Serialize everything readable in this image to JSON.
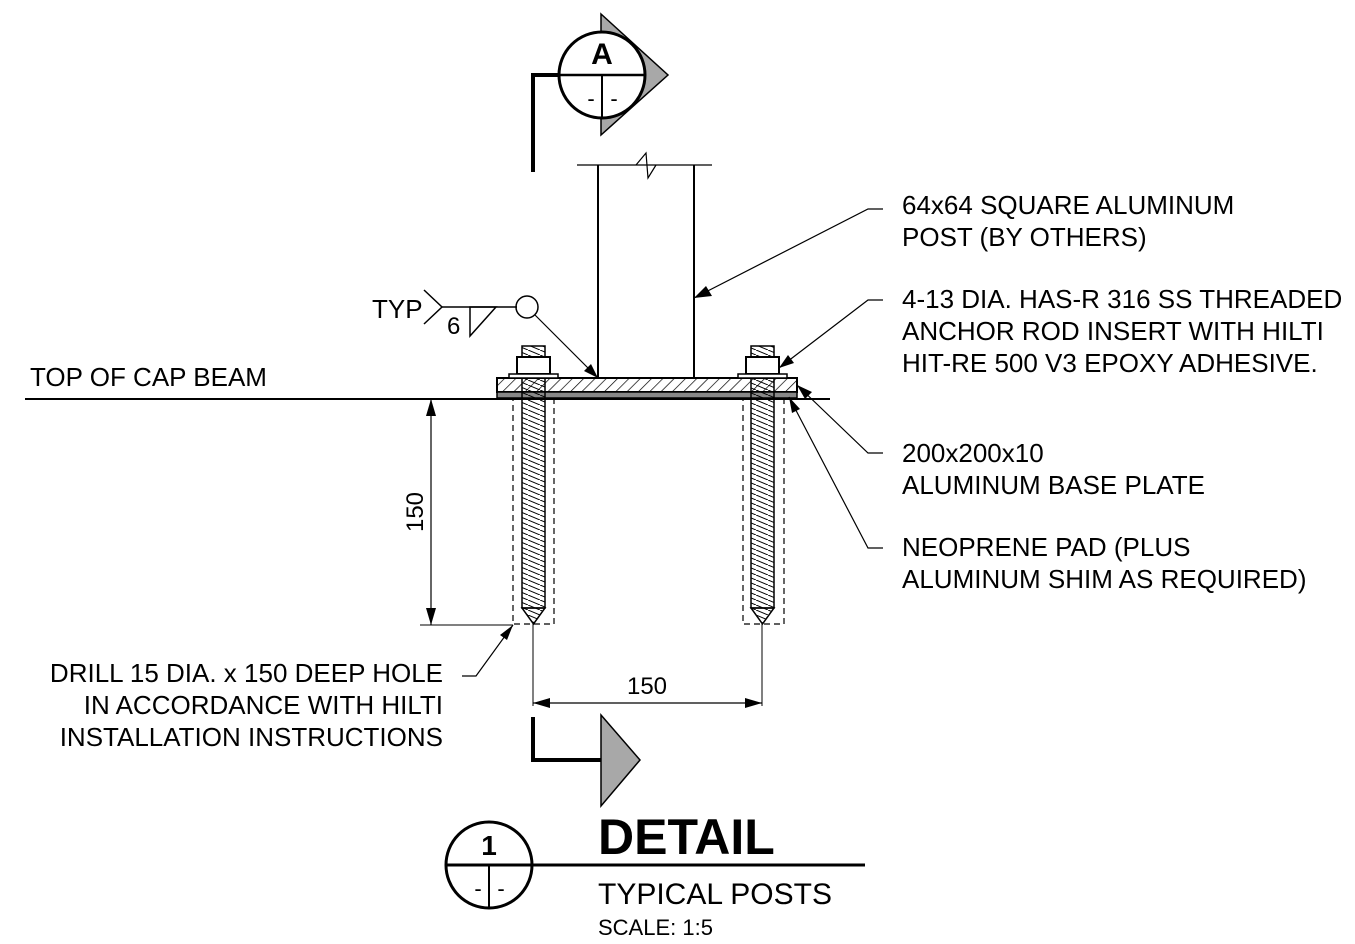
{
  "section_marker": {
    "letter": "A",
    "sheet_left": "-",
    "sheet_right": "-"
  },
  "labels": {
    "post": [
      "64x64 SQUARE ALUMINUM",
      "POST (BY OTHERS)"
    ],
    "anchor_rod": [
      "4-13 DIA. HAS-R 316 SS THREADED",
      "ANCHOR ROD INSERT WITH HILTI",
      "HIT-RE 500 V3 EPOXY ADHESIVE."
    ],
    "base_plate": [
      "200x200x10",
      "ALUMINUM BASE PLATE"
    ],
    "neoprene_pad": [
      "NEOPRENE PAD (PLUS",
      "ALUMINUM SHIM AS REQUIRED)"
    ],
    "top_of_cap_beam": "TOP OF CAP BEAM",
    "drill": [
      "DRILL 15 DIA. x 150 DEEP HOLE",
      "IN ACCORDANCE WITH HILTI",
      "INSTALLATION INSTRUCTIONS"
    ]
  },
  "weld_symbol": {
    "note": "TYP",
    "size": "6"
  },
  "dimensions": {
    "embedment": "150",
    "rod_spacing": "150"
  },
  "title_block": {
    "detail_number": "1",
    "sheet_left": "-",
    "sheet_right": "-",
    "title": "DETAIL",
    "subtitle": "TYPICAL POSTS",
    "scale": "SCALE:  1:5"
  }
}
